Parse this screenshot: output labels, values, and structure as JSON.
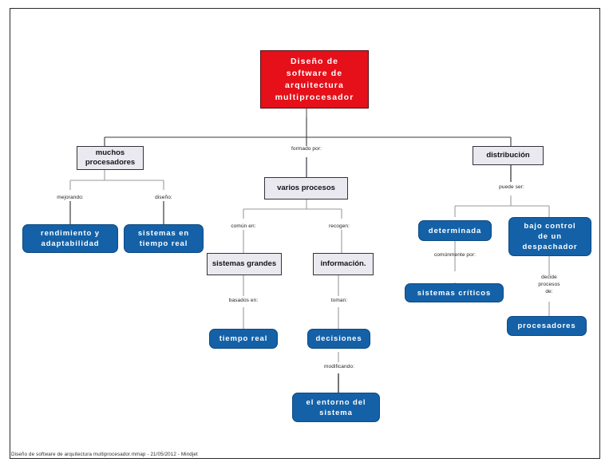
{
  "document": {
    "footer": "Diseño de software de arquitectura multiprocesador.mmap - 21/05/2012 - Mindjet"
  },
  "colors": {
    "root_fill": "#E51019",
    "root_text": "#FFFFFF",
    "branch_fill": "#E9E9EF",
    "branch_border": "#33333B",
    "leaf_fill": "#1461A8",
    "leaf_text": "#FFFFFF",
    "connector": "#9A9AA2",
    "page_border": "#2B2B2B",
    "background": "#FFFFFF"
  },
  "diagram": {
    "type": "mindmap",
    "root": {
      "id": "root",
      "label": "Diseño de\nsoftware de\narquitectura\nmultiprocesador",
      "shape": "rectangle",
      "style": "root"
    },
    "nodes": {
      "muchos_procesadores": "muchos\nprocesadores",
      "varios_procesos": "varios procesos",
      "distribucion": "distribución",
      "rendimiento": "rendimiento y\nadaptabilidad",
      "sistemas_tiempo_real": "sistemas en\ntiempo real",
      "sistemas_grandes": "sistemas grandes",
      "informacion": "información.",
      "tiempo_real": "tiempo real",
      "decisiones": "decisiones",
      "entorno": "el entorno del\nsistema",
      "determinada": "determinada",
      "bajo_control": "bajo control\nde un\ndespachador",
      "sistemas_criticos": "sistemas críticos",
      "procesadores": "procesadores"
    },
    "edge_labels": {
      "root_to_varios": "formado por:",
      "muchos_to_rendimiento": "mejorando:",
      "muchos_to_sistemas_tr": "diseño:",
      "varios_to_sistemas_grandes": "común en:",
      "varios_to_informacion": "recogen:",
      "sistemas_grandes_to_tiempo_real": "basados en:",
      "informacion_to_decisiones": "toman:",
      "decisiones_to_entorno": "modificando:",
      "distribucion_to_children": "puede ser:",
      "determinada_to_criticos": "comúnmente por:",
      "bajo_control_to_procesadores": "decide\nprocesos\nde:"
    }
  }
}
